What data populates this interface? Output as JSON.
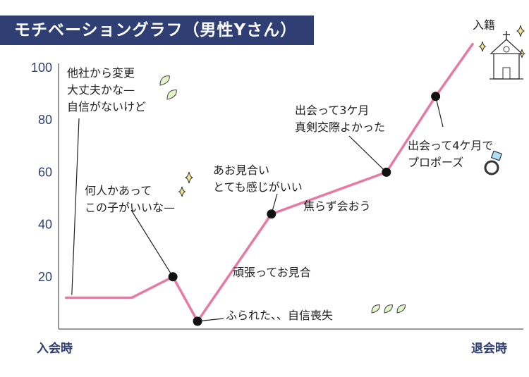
{
  "title": "モチベーショングラフ（男性Yさん）",
  "colors": {
    "title_band": "#2f3f73",
    "line": "#e879a3",
    "point": "#111111",
    "axis": "#777777",
    "tick_text": "#2f3f73",
    "sparkle": "#e8c93a",
    "leaf": "#9fc24a"
  },
  "x_labels": {
    "start": "入会時",
    "end": "退会時"
  },
  "chart_data": {
    "type": "line",
    "title": "モチベーショングラフ（男性Yさん）",
    "xlabel": "",
    "ylabel": "",
    "ylim": [
      0,
      100
    ],
    "xlim": [
      0,
      100
    ],
    "yticks": [
      20,
      40,
      60,
      80,
      100
    ],
    "x_tick_labels": [
      "入会時",
      "退会時"
    ],
    "grid": false,
    "legend": "none",
    "points": [
      {
        "x": 1,
        "y": 12,
        "marker": false
      },
      {
        "x": 17,
        "y": 12,
        "marker": false
      },
      {
        "x": 27,
        "y": 20,
        "marker": true
      },
      {
        "x": 33,
        "y": 3,
        "marker": true
      },
      {
        "x": 51,
        "y": 44,
        "marker": true
      },
      {
        "x": 79,
        "y": 60,
        "marker": true
      },
      {
        "x": 91,
        "y": 89,
        "marker": true
      },
      {
        "x": 100,
        "y": 109,
        "marker": false
      }
    ],
    "annotations": [
      {
        "id": "a0",
        "lines": [
          "他社から変更",
          "大丈夫かな—",
          "自信がないけど"
        ]
      },
      {
        "id": "a1",
        "lines": [
          "何人かあって",
          "この子がいいな—"
        ]
      },
      {
        "id": "a2",
        "lines": [
          "ふられた、、自信喪失"
        ]
      },
      {
        "id": "a3",
        "lines": [
          "頑張ってお見合"
        ]
      },
      {
        "id": "a4",
        "lines": [
          "あお見合い",
          "とても感じがいい"
        ]
      },
      {
        "id": "a5",
        "lines": [
          "焦らず会おう"
        ]
      },
      {
        "id": "a6",
        "lines": [
          "出会って3ケ月",
          "真剣交際よかった"
        ]
      },
      {
        "id": "a7",
        "lines": [
          "出会って4ケ月で",
          "プロポーズ"
        ]
      },
      {
        "id": "a8",
        "lines": [
          "入籍"
        ]
      }
    ]
  }
}
